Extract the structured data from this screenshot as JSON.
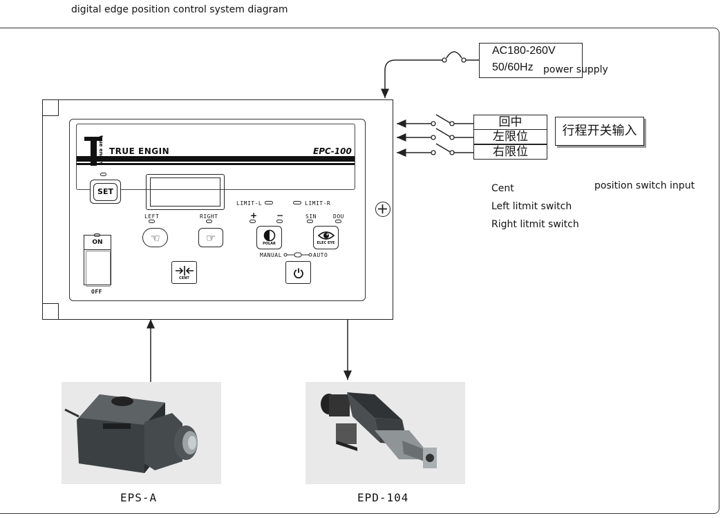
{
  "title": "digital edge position control system diagram",
  "power": {
    "line1": "AC180-260V",
    "line2": "50/60Hz",
    "label": "power supply"
  },
  "switches": {
    "items_cn": [
      "回中",
      "左限位",
      "右限位"
    ],
    "group_cn": "行程开关输入",
    "items_en": [
      "Cent",
      "Left litmit switch",
      "Right litmit switch"
    ],
    "group_en": "position switch input"
  },
  "controller": {
    "brand": "TRUE ENGIN",
    "brand_vertical": "true engin",
    "model": "EPC-100",
    "set_label": "SET",
    "limit_l": "LIMIT-L",
    "limit_r": "LIMIT-R",
    "left": "LEFT",
    "right": "RIGHT",
    "plus": "+",
    "minus": "−",
    "sin": "SIN",
    "dou": "DOU",
    "polar": "POLAR",
    "elec_eye": "ELEC EYE",
    "manual": "MANUAL",
    "auto": "AUTO",
    "cent": "CENT",
    "on": "ON",
    "off": "OFF"
  },
  "devices": {
    "sensor": "EPS-A",
    "actuator": "EPD-104"
  },
  "colors": {
    "line": "#222222",
    "photo_bg": "#e9e9e9"
  }
}
